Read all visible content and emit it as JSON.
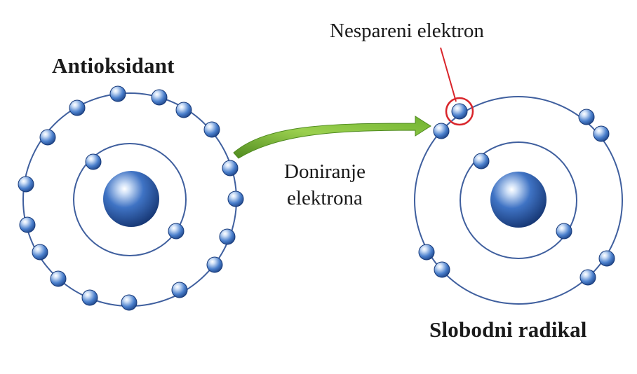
{
  "labels": {
    "antioxidant": "Antioksidant",
    "free_radical": "Slobodni radikal",
    "unpaired_electron": "Nespareni elektron",
    "donation_line1": "Doniranje",
    "donation_line2": "elektrona"
  },
  "colors": {
    "orbit": "#3f5f9e",
    "electron": "#3f73c4",
    "electron_dark": "#173a7a",
    "nucleus": "#2c5eb0",
    "arrow": "#7cbf3a",
    "arrow_dark": "#4f8a1f",
    "highlight_ring": "#d9252b",
    "pointer_line": "#d9252b",
    "text": "#1a1a1a"
  }
}
